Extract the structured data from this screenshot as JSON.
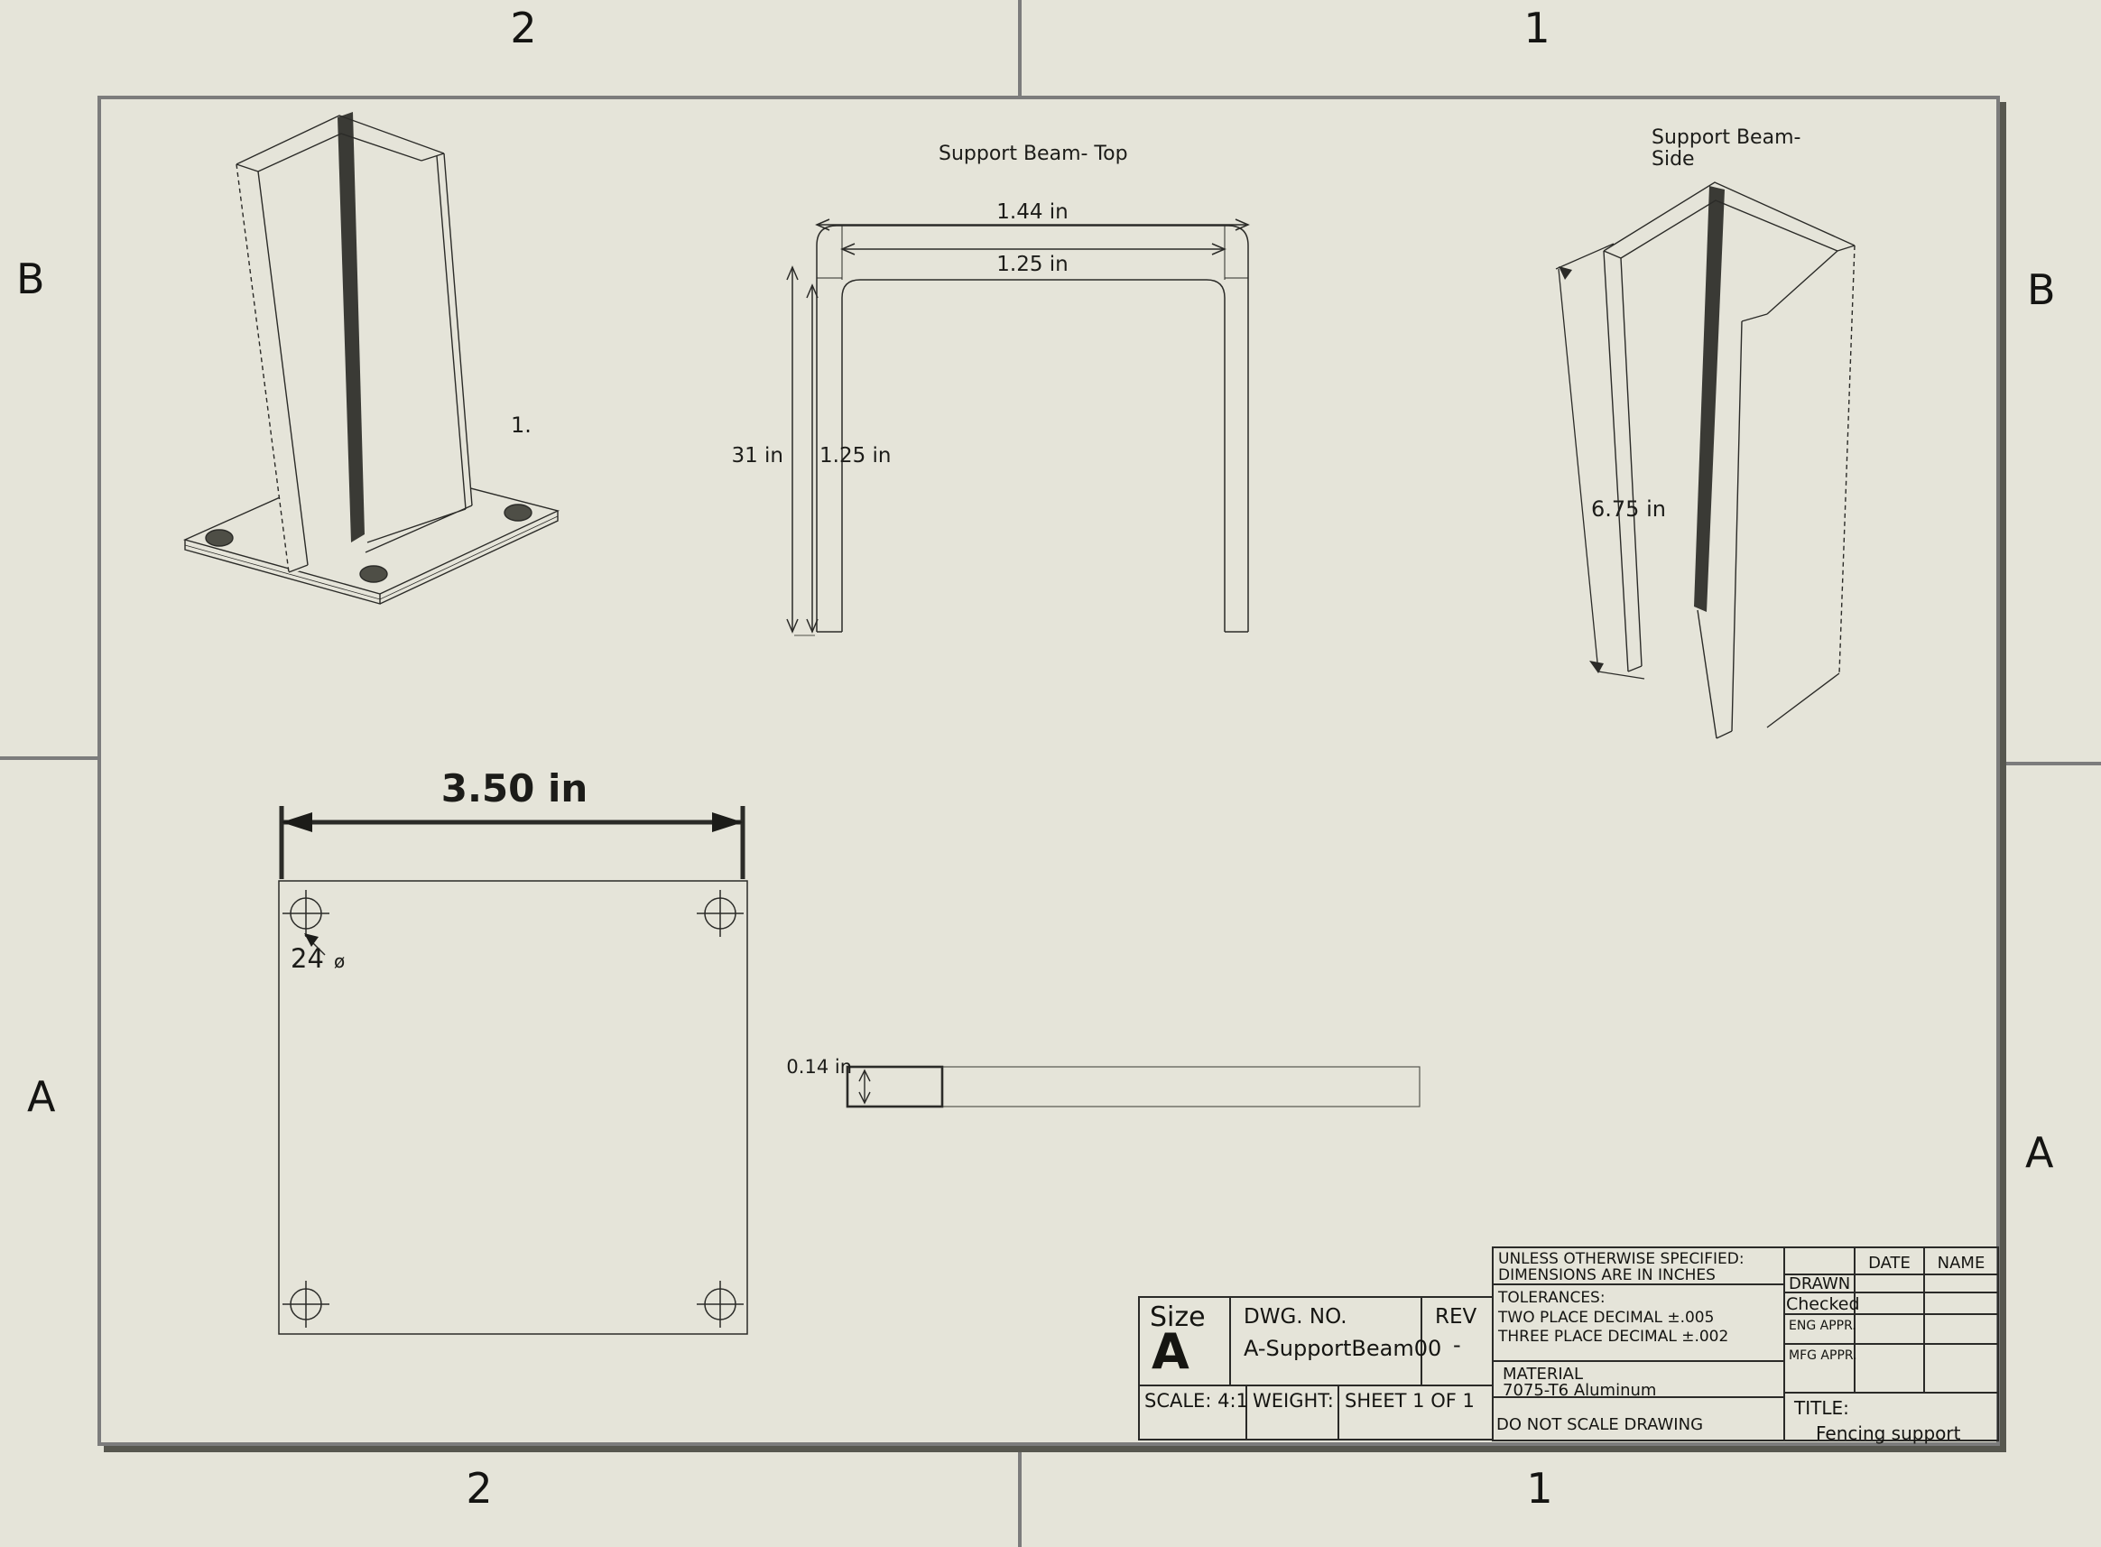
{
  "sheet": {
    "background": "#e5e4d9",
    "frame_color": "#7c7c7c",
    "line_color": "#2a2a28",
    "zones": {
      "top_left": "2",
      "top_right": "1",
      "bottom_left": "2",
      "bottom_right": "1",
      "left_upper": "B",
      "left_lower": "A",
      "right_upper": "B",
      "right_lower": "A"
    }
  },
  "views": {
    "isometric": {
      "note": "1."
    },
    "top": {
      "title": "Support Beam- Top",
      "dim_outer_width": "1.44 in",
      "dim_inner_width": "1.25 in",
      "dim_length": "31 in",
      "dim_flange": "1.25 in"
    },
    "side": {
      "title_line1": "Support Beam-",
      "title_line2": "Side",
      "dim_height": "6.75 in"
    },
    "base_plate": {
      "dim_width": "3.50 in",
      "hole_callout_number": "24",
      "hole_callout_symbol": "ø"
    },
    "plate_edge": {
      "dim_thickness": "0.14 in"
    }
  },
  "title_block": {
    "size_label": "Size",
    "size_value": "A",
    "dwg_no_label": "DWG. NO.",
    "dwg_no_value": "A-SupportBeam00",
    "rev_label": "REV",
    "rev_value": "-",
    "scale": "SCALE: 4:1",
    "weight_label": "WEIGHT:",
    "sheet": "SHEET 1 OF 1",
    "spec_line1": "UNLESS OTHERWISE SPECIFIED:",
    "spec_line2": "DIMENSIONS ARE IN INCHES",
    "tolerances_label": "TOLERANCES:",
    "tolerance_two_place": "TWO PLACE DECIMAL ±.005",
    "tolerance_three_place": "THREE PLACE DECIMAL ±.002",
    "material_label": "MATERIAL",
    "material_value": "7075-T6 Aluminum",
    "do_not_scale": "DO NOT SCALE DRAWING",
    "date_header": "DATE",
    "name_header": "NAME",
    "drawn_label": "DRAWN",
    "checked_label": "Checked",
    "eng_appr_label": "ENG APPR.",
    "mfg_appr_label": "MFG APPR.",
    "title_label": "TITLE:",
    "title_value": "Fencing support"
  }
}
